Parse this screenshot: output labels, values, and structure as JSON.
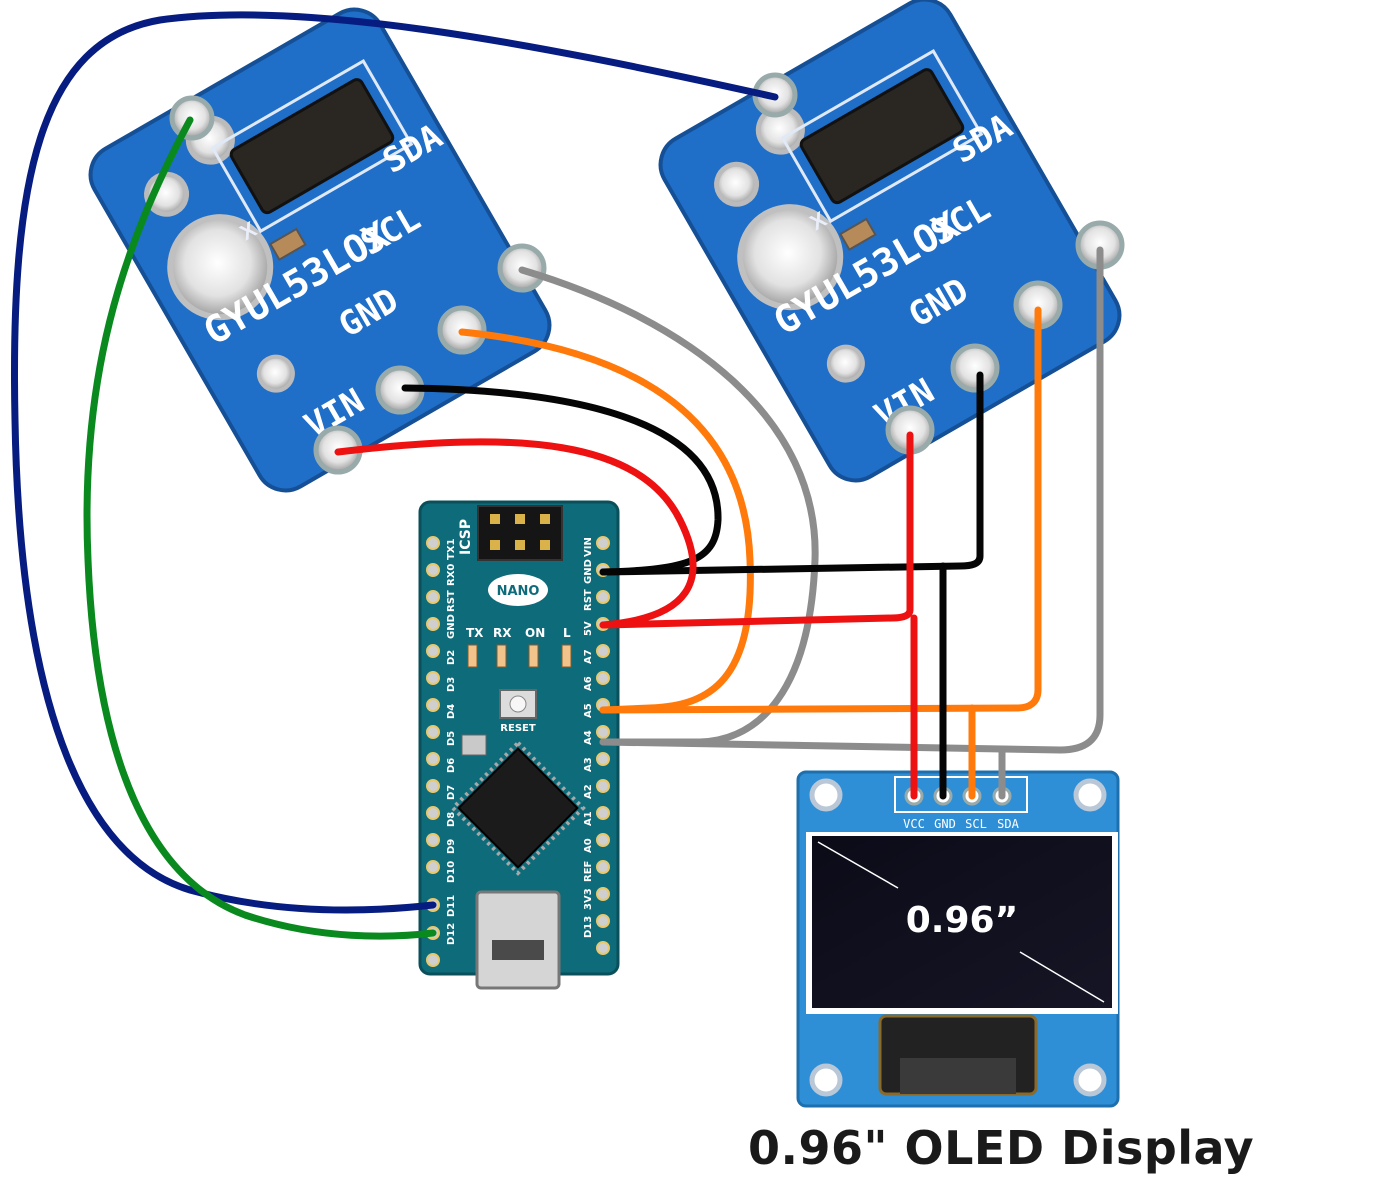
{
  "sensors": [
    {
      "model": "GYUL53LOX",
      "pins": [
        "VIN",
        "GND",
        "SCL",
        "SDA"
      ],
      "marking": "X"
    },
    {
      "model": "GYUL53LOX",
      "pins": [
        "VIN",
        "GND",
        "SCL",
        "SDA"
      ],
      "marking": "X"
    }
  ],
  "nano": {
    "logo": "NANO",
    "icsp": "ICSP",
    "leds": [
      "TX",
      "RX",
      "ON",
      "L"
    ],
    "reset": "RESET",
    "left_pins": [
      "TX1",
      "RX0",
      "RST",
      "GND",
      "D2",
      "D3",
      "D4",
      "D5",
      "D6",
      "D7",
      "D8",
      "D9",
      "D10",
      "D11",
      "D12"
    ],
    "right_pins": [
      "VIN",
      "GND",
      "RST",
      "5V",
      "A7",
      "A6",
      "A5",
      "A4",
      "A3",
      "A2",
      "A1",
      "A0",
      "REF",
      "3V3",
      "D13"
    ]
  },
  "oled": {
    "pins": [
      "VCC",
      "GND",
      "SCL",
      "SDA"
    ],
    "size_label": "0.96”",
    "caption": "0.96\" OLED Display"
  },
  "wire_colors": {
    "vcc": "#ee1111",
    "gnd": "#050505",
    "scl": "#ff7a0a",
    "sda": "#8c8c8c",
    "xshut_1": "#0a8a1e",
    "xshut_2": "#061c80"
  },
  "board_colors": {
    "sensor_pcb": "#1f6ec8",
    "nano_pcb": "#0d6b7a",
    "oled_pcb": "#2f8fd6"
  }
}
